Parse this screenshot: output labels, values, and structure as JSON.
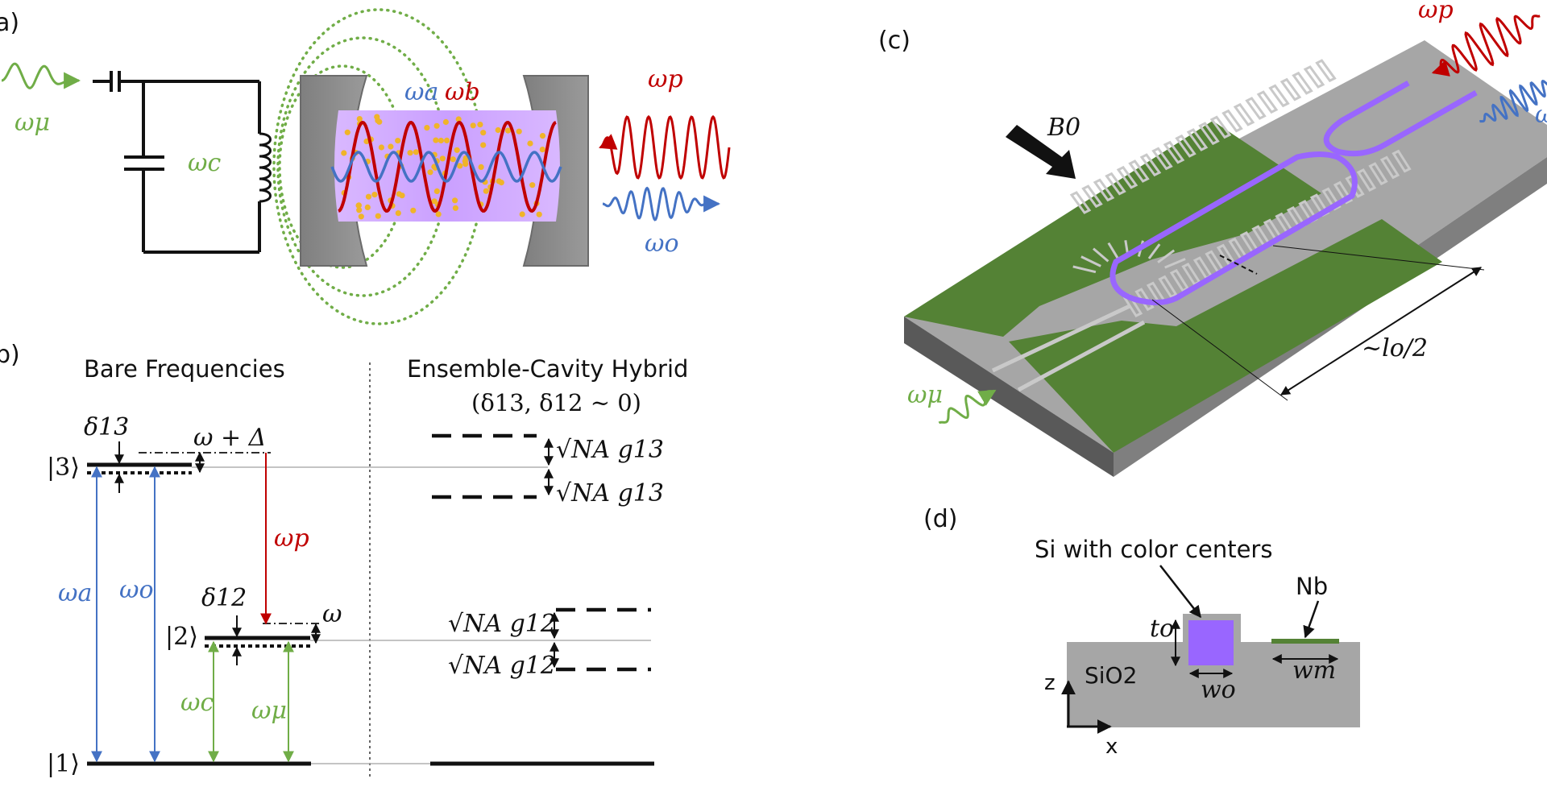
{
  "panels": {
    "a": "a)",
    "b": "b)",
    "c": "(c)",
    "d": "(d)"
  },
  "panel_a": {
    "omega_mu": "ωμ",
    "omega_c": "ωc",
    "omega_a": "ωa",
    "omega_b": "ωb",
    "omega_p": "ωp",
    "omega_o": "ωo"
  },
  "panel_b": {
    "header_left": "Bare Frequencies",
    "header_right": "Ensemble-Cavity Hybrid",
    "header_right_sub": "(δ13, δ12 ~ 0)",
    "level3": "|3⟩",
    "level2": "|2⟩",
    "level1": "|1⟩",
    "delta13": "δ13",
    "delta12": "δ12",
    "omega_plus_delta": "ω + Δ",
    "omega": "ω",
    "omega_a": "ωa",
    "omega_o": "ωo",
    "omega_p": "ωp",
    "omega_c": "ωc",
    "omega_mu": "ωμ",
    "split13": "√NA g13",
    "split12": "√NA g12"
  },
  "panel_c": {
    "B0": "B0",
    "omega_p": "ωp",
    "omega_o": "ωo",
    "omega_mu": "ωμ",
    "length": "~lo/2"
  },
  "panel_d": {
    "si_label": "Si with color centers",
    "nb_label": "Nb",
    "sio2": "SiO2",
    "t_o": "to",
    "w_o": "wo",
    "w_m": "wm",
    "z_axis": "z",
    "x_axis": "x"
  },
  "colors": {
    "green": "#70ad47",
    "red": "#c00000",
    "blue": "#4472c4",
    "purple": "#9966ff",
    "gray": "#a6a6a6",
    "board_green": "#548235"
  }
}
